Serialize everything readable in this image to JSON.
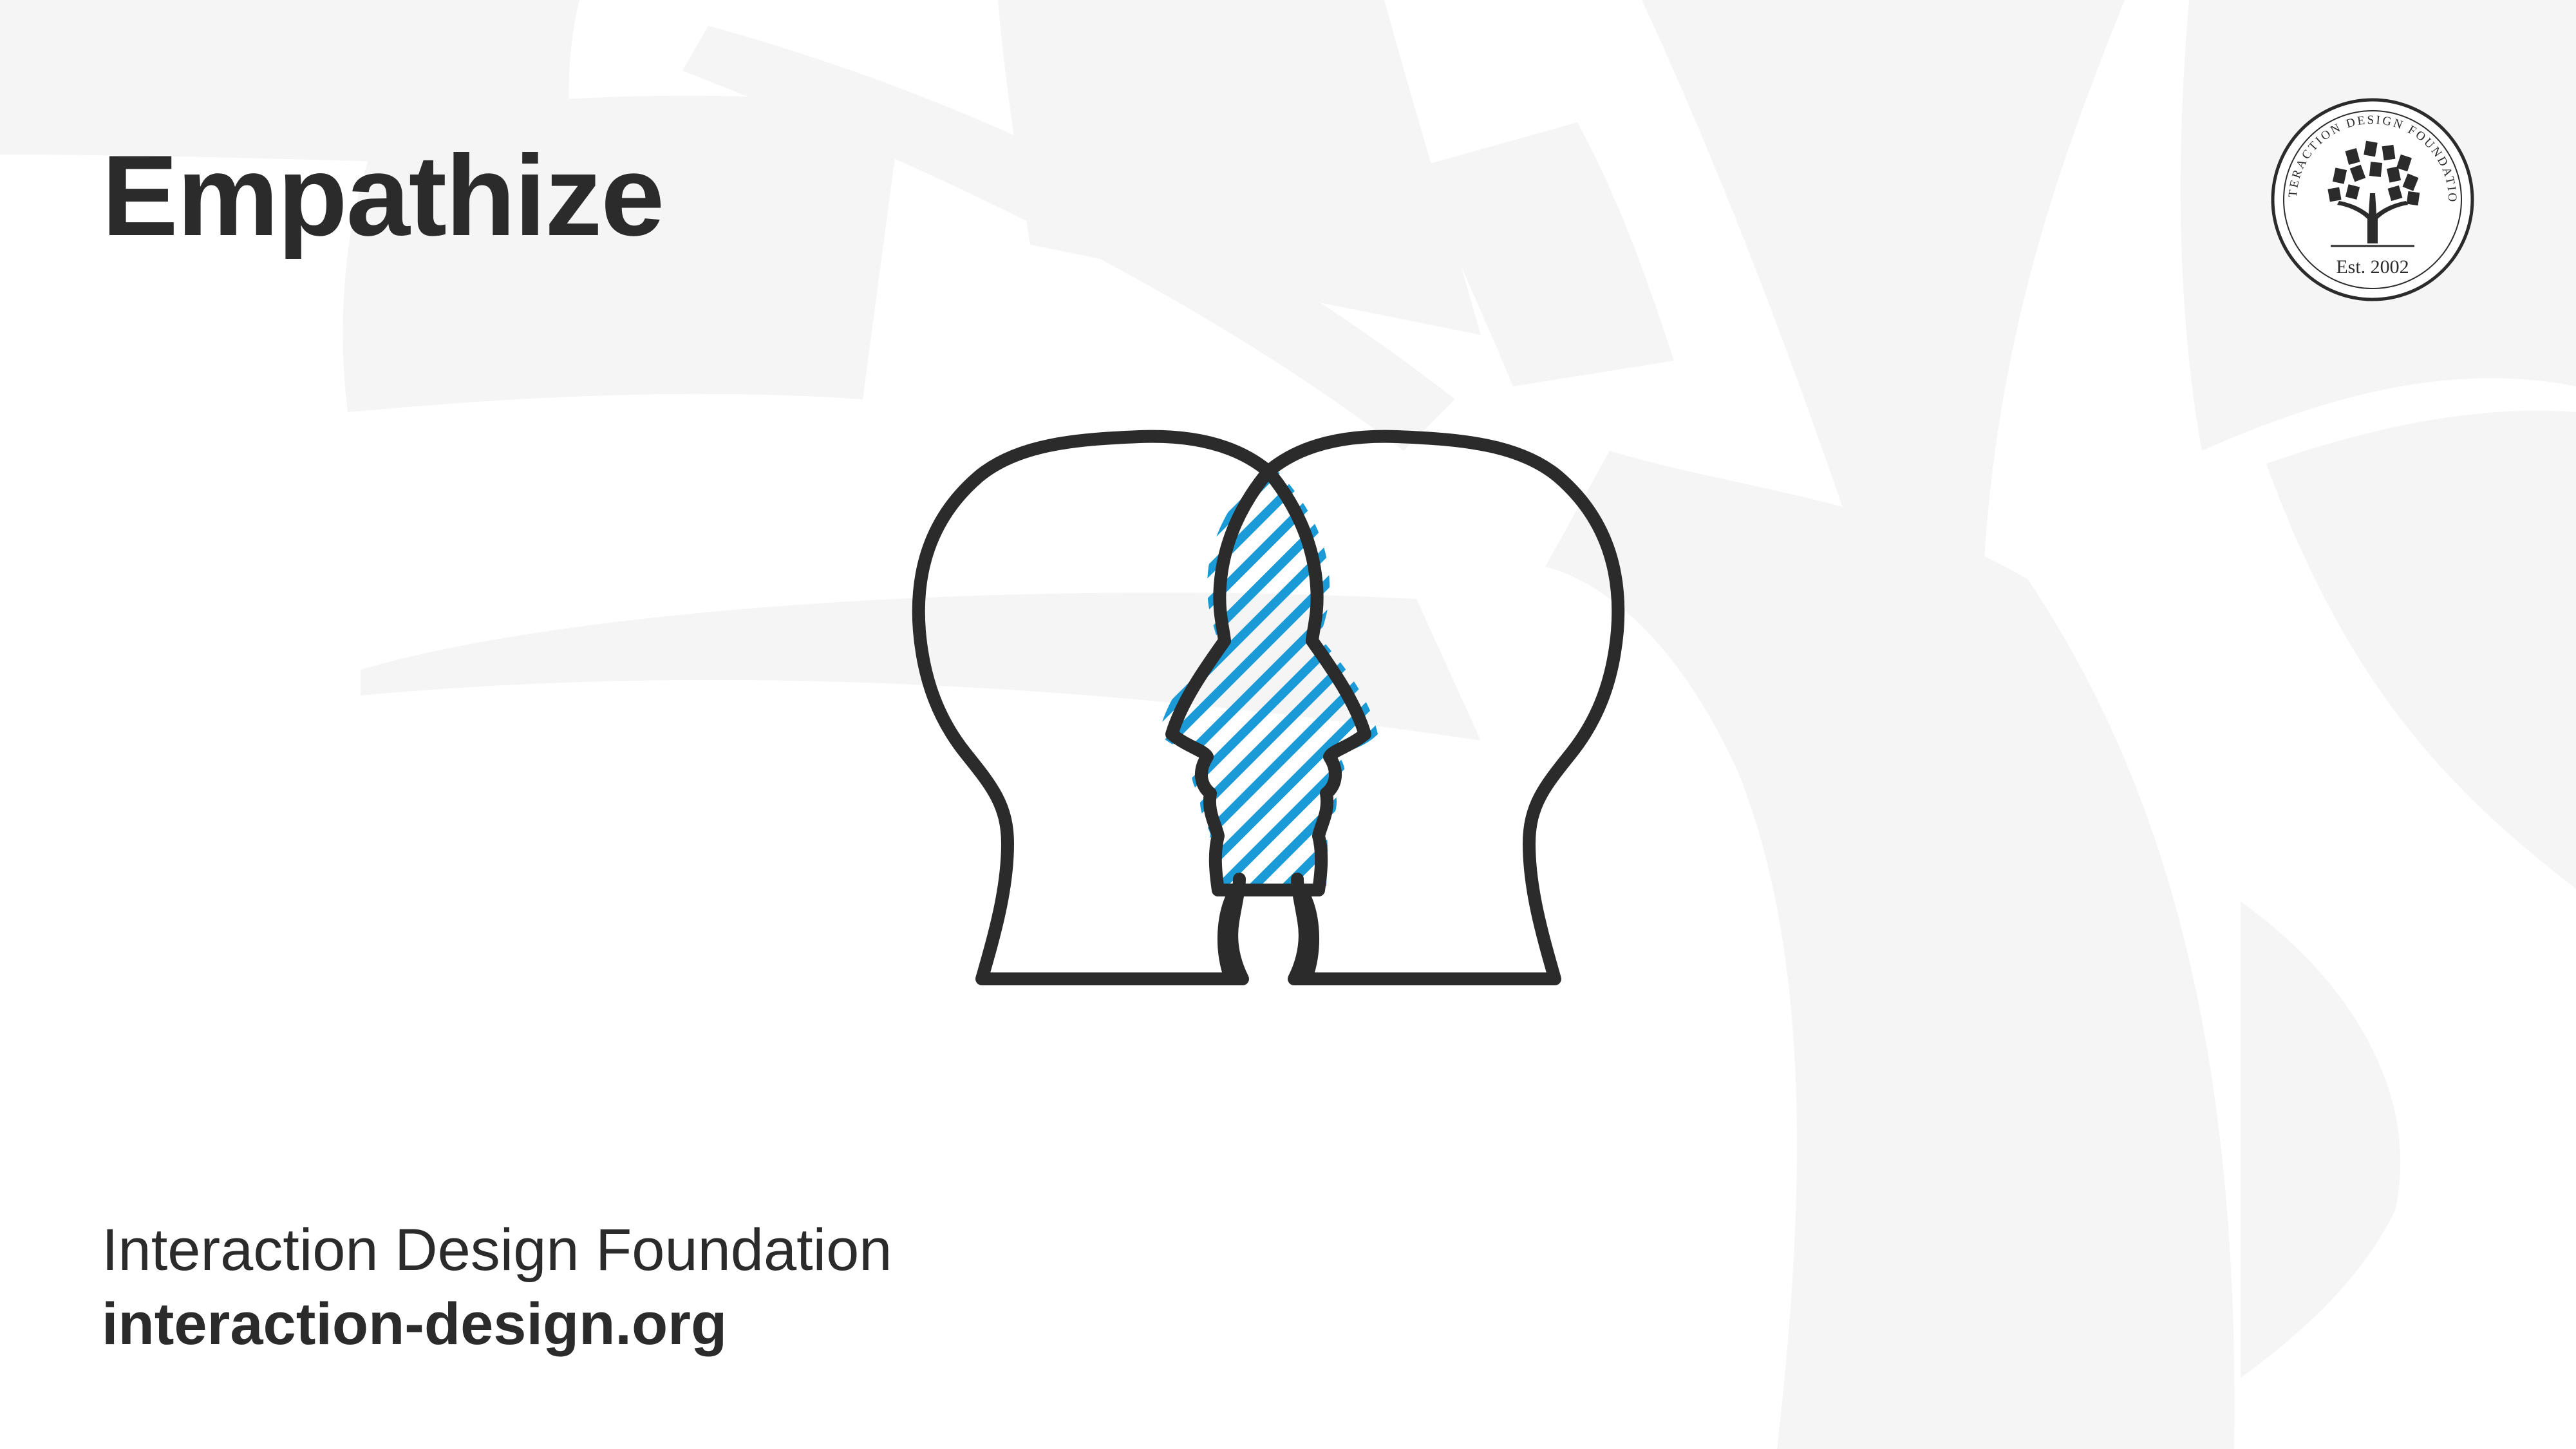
{
  "title": "Empathize",
  "badge": {
    "ring_text": "INTERACTION DESIGN FOUNDATION",
    "established": "Est. 2002",
    "icon": "tree-icon"
  },
  "illustration": {
    "icon": "two-heads-overlap-icon",
    "hatch_icon": "diagonal-hatch-icon"
  },
  "background": {
    "icon": "tree-watermark-icon"
  },
  "footer": {
    "org_name": "Interaction Design Foundation",
    "url": "interaction-design.org"
  },
  "colors": {
    "text": "#2b2b2b",
    "outline": "#2b2b2b",
    "hatch": "#1a9ad6",
    "watermark": "#f5f5f5",
    "background": "#ffffff"
  }
}
